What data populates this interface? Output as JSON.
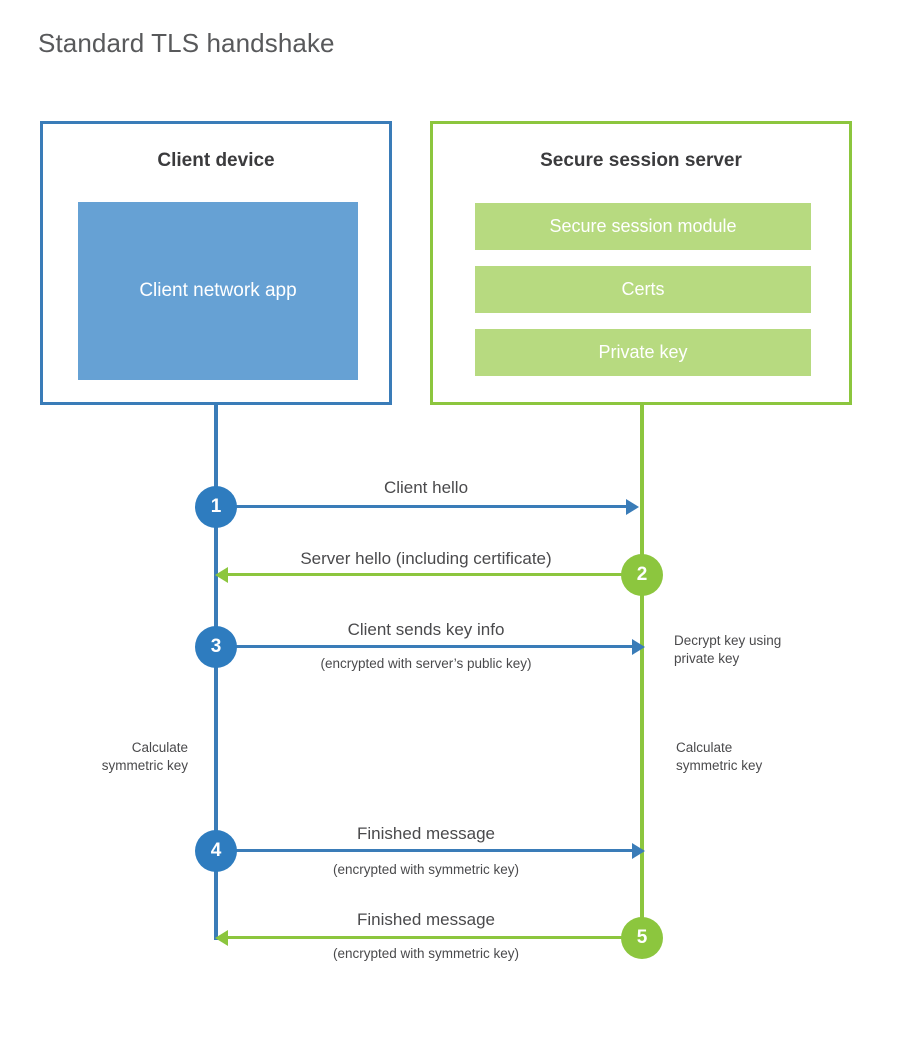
{
  "title": "Standard TLS handshake",
  "colors": {
    "client_blue": "#3a7cb8",
    "client_circle_blue": "#2e7cbf",
    "client_app_fill": "#66a1d4",
    "server_green": "#8cc63e",
    "server_module_fill": "#b7da80",
    "text_gray": "#4a4a4c",
    "title_gray": "#58595b"
  },
  "parties": {
    "client": {
      "title": "Client device",
      "app_label": "Client network app"
    },
    "server": {
      "title": "Secure session server",
      "modules": [
        {
          "label": "Secure session module"
        },
        {
          "label": "Certs"
        },
        {
          "label": "Private key"
        }
      ]
    }
  },
  "steps": [
    {
      "number": "1",
      "side": "client",
      "direction": "client-to-server",
      "label": "Client hello",
      "sub": ""
    },
    {
      "number": "2",
      "side": "server",
      "direction": "server-to-client",
      "label": "Server hello (including certificate)",
      "sub": ""
    },
    {
      "number": "3",
      "side": "client",
      "direction": "client-to-server",
      "label": "Client sends key info",
      "sub": "(encrypted with server’s public key)"
    },
    {
      "number": "4",
      "side": "client",
      "direction": "client-to-server",
      "label": "Finished message",
      "sub": "(encrypted with symmetric key)"
    },
    {
      "number": "5",
      "side": "server",
      "direction": "server-to-client",
      "label": "Finished message",
      "sub": "(encrypted with symmetric key)"
    }
  ],
  "notes": {
    "decrypt_key": "Decrypt key using\nprivate key",
    "calculate_symmetric_key_client": "Calculate\nsymmetric key",
    "calculate_symmetric_key_server": "Calculate\nsymmetric key"
  }
}
